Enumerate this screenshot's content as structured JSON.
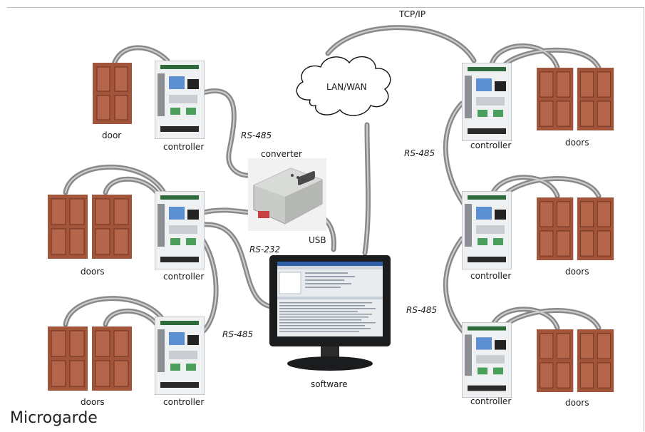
{
  "labels": {
    "tcpip": "TCP/IP",
    "lan_wan": "LAN/WAN",
    "converter": "converter",
    "usb": "USB",
    "software": "software",
    "brand": "Microgarde",
    "door": "door",
    "doors": "doors",
    "controller": "controller",
    "rs485": "RS-485",
    "rs232": "RS-232"
  },
  "colors": {
    "cable": "#8a8a8a",
    "cable_light": "#cfcfcf",
    "door_wood": "#a2553a",
    "door_dark": "#6e3220",
    "board": "#eef0f2",
    "frame_line": "#bdbdbd"
  },
  "icons": {
    "controller": "circuit-board-icon",
    "door": "wooden-door-icon",
    "converter": "serial-converter-icon",
    "monitor": "monitor-icon",
    "cloud": "cloud-icon"
  }
}
